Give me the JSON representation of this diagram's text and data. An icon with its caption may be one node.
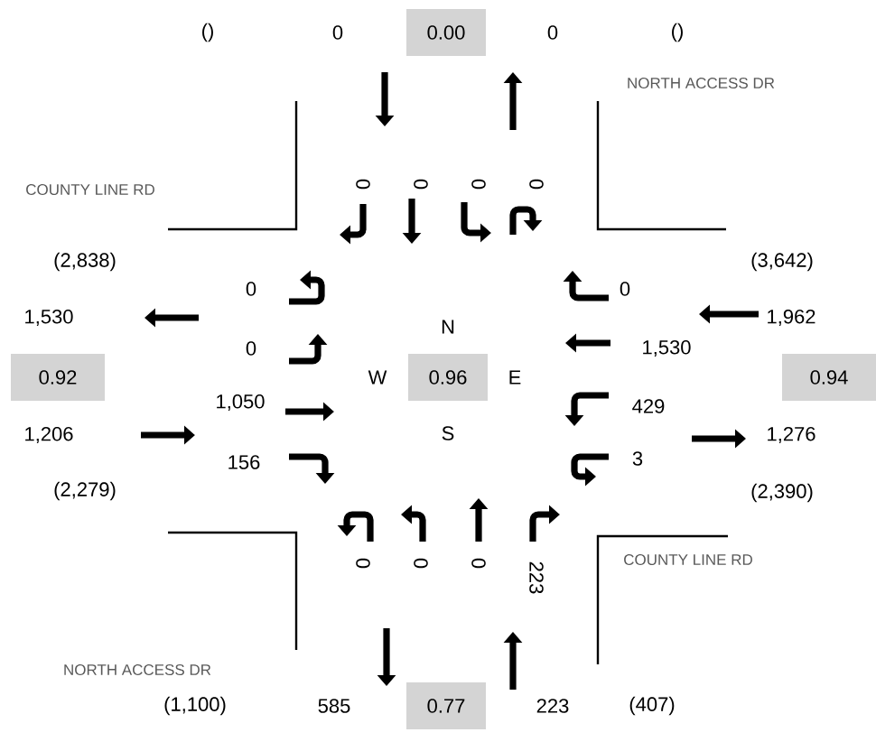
{
  "diagram": {
    "nodes": [
      {
        "text": [
          "0.00"
        ]
      },
      {
        "text": [
          "0.92"
        ]
      },
      {
        "text": [
          "0.96"
        ]
      },
      {
        "text": [
          "0.94"
        ]
      },
      {
        "text": [
          "0.77"
        ]
      }
    ],
    "labels": [
      "()",
      "0",
      "0",
      "()",
      "NORTH ACCESS DR",
      "COUNTY LINE RD",
      "0",
      "0",
      "0",
      "0",
      "(2,838)",
      "(3,642)",
      "0",
      "0",
      "1,530",
      "1,962",
      "N",
      "0",
      "1,530",
      "W",
      "E",
      "1,050",
      "429",
      "1,206",
      "S",
      "1,276",
      "156",
      "3",
      "(2,279)",
      "(2,390)",
      "0",
      "0",
      "0",
      "223",
      "COUNTY LINE RD",
      "NORTH ACCESS DR",
      "(1,100)",
      "585",
      "223",
      "(407)"
    ]
  }
}
